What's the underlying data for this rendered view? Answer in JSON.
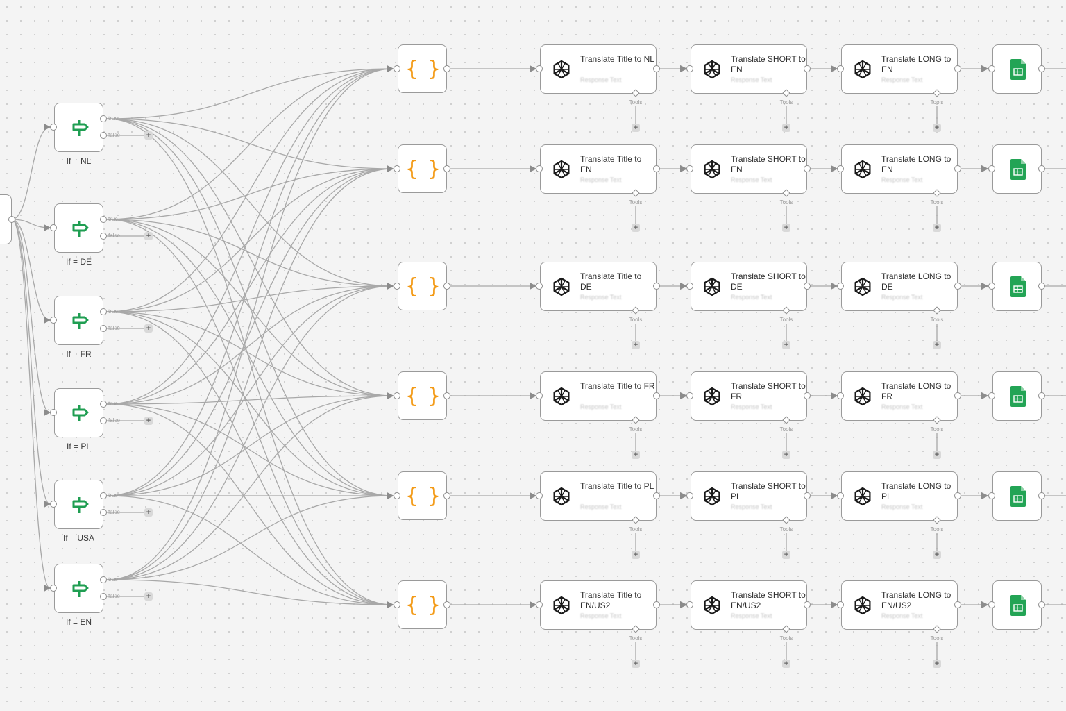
{
  "if_nodes": [
    {
      "label": "If = NL",
      "true_label": "true",
      "false_label": "false"
    },
    {
      "label": "If = DE",
      "true_label": "true",
      "false_label": "false"
    },
    {
      "label": "If = FR",
      "true_label": "true",
      "false_label": "false"
    },
    {
      "label": "If = PL",
      "true_label": "true",
      "false_label": "false"
    },
    {
      "label": "If = USA",
      "true_label": "true",
      "false_label": "false"
    },
    {
      "label": "If = EN",
      "true_label": "true",
      "false_label": "false"
    }
  ],
  "rows": [
    {
      "title": "Translate Title to NL",
      "short": "Translate SHORT to EN",
      "long": "Translate LONG to EN"
    },
    {
      "title": "Translate Title to EN",
      "short": "Translate SHORT to EN",
      "long": "Translate LONG to EN"
    },
    {
      "title": "Translate Title to DE",
      "short": "Translate SHORT to DE",
      "long": "Translate LONG to DE"
    },
    {
      "title": "Translate Title to FR",
      "short": "Translate SHORT to FR",
      "long": "Translate LONG to FR"
    },
    {
      "title": "Translate Title to PL",
      "short": "Translate SHORT to PL",
      "long": "Translate LONG to PL"
    },
    {
      "title": "Translate Title to EN/US2",
      "short": "Translate SHORT to EN/US2",
      "long": "Translate LONG to EN/US2"
    }
  ],
  "ai_subtitle": "Response Text",
  "tools_label": "Tools",
  "plus_symbol": "+",
  "code_symbol": "{ }",
  "colors": {
    "if_icon": "#1f9e52",
    "code_icon": "#f39a16",
    "sheets_icon": "#23a455",
    "edge": "#a8a8a8"
  },
  "icons": {
    "if": "signpost-icon",
    "code": "curly-braces-icon",
    "ai": "openai-logo-icon",
    "sheet": "google-sheets-icon"
  }
}
